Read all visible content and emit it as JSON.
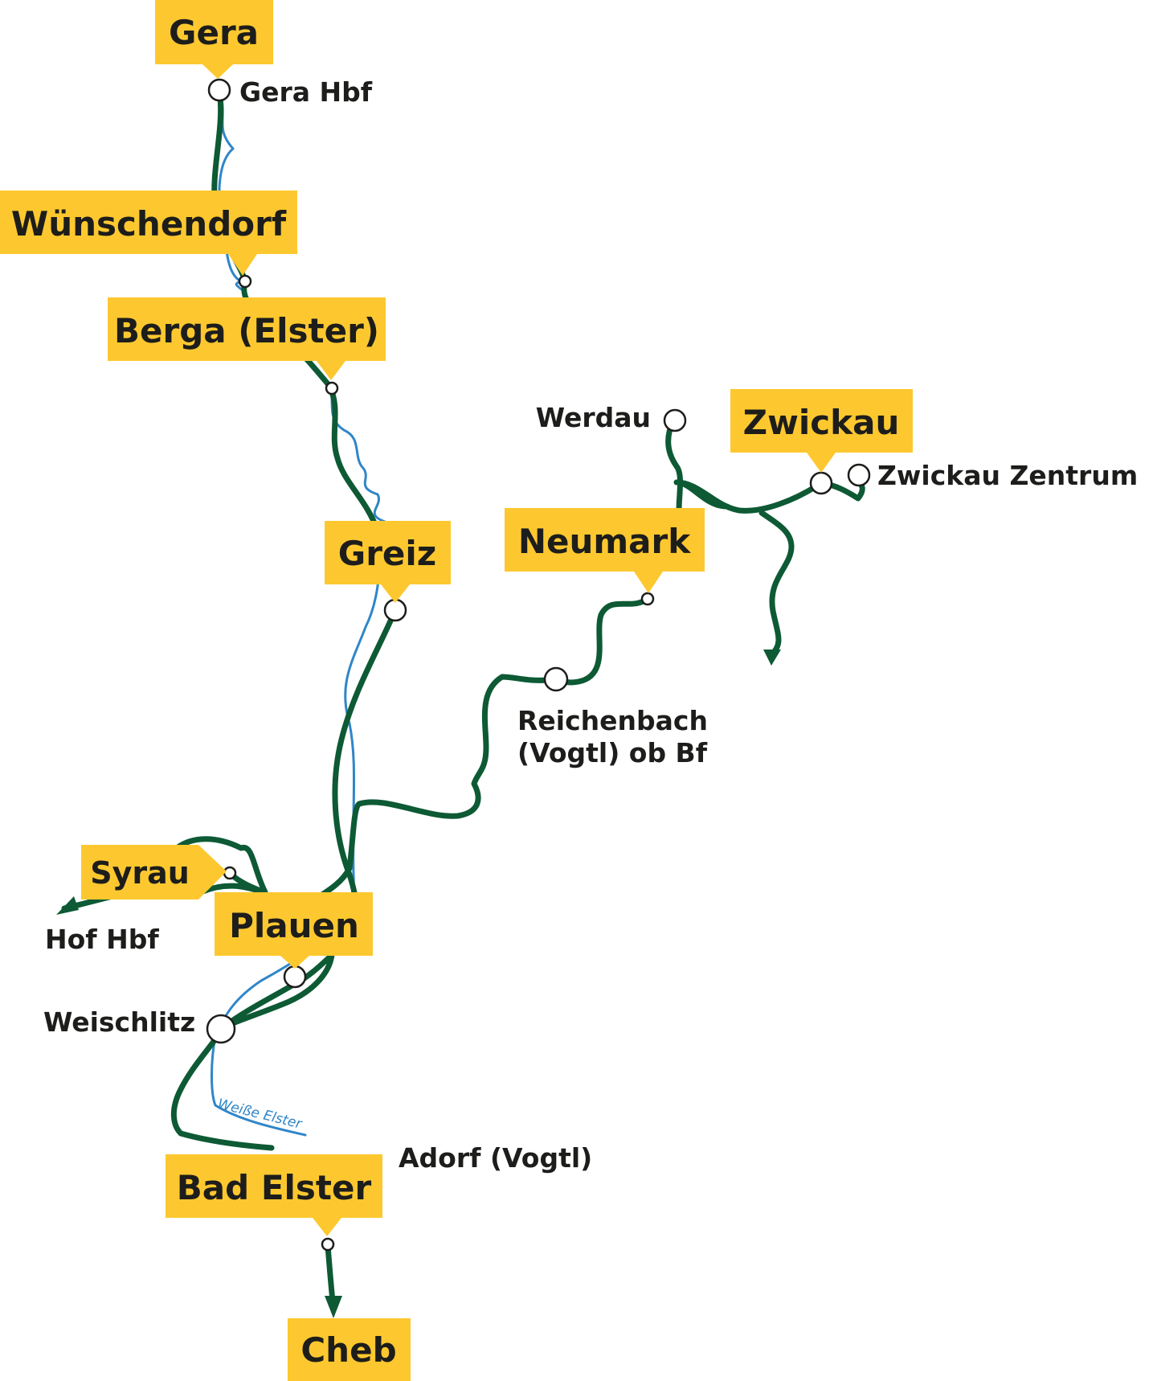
{
  "colors": {
    "rail": "#0d5a35",
    "river": "#2f86c8",
    "label_box": "#fdc82f",
    "text": "#1d1d1b",
    "station_fill": "#ffffff"
  },
  "cities": {
    "gera": "Gera",
    "wuenschendorf": "Wünschendorf",
    "berga": "Berga (Elster)",
    "greiz": "Greiz",
    "neumark": "Neumark",
    "zwickau": "Zwickau",
    "syrau": "Syrau",
    "plauen": "Plauen",
    "bad_elster": "Bad Elster",
    "cheb": "Cheb"
  },
  "stations": {
    "gera_hbf": "Gera Hbf",
    "werdau": "Werdau",
    "zwickau_zentrum": "Zwickau Zentrum",
    "reichenbach_line1": "Reichenbach",
    "reichenbach_line2": "(Vogtl) ob Bf",
    "hof_hbf": "Hof Hbf",
    "weischlitz": "Weischlitz",
    "adorf": "Adorf (Vogtl)"
  },
  "river_name": "Weiße Elster",
  "icons": [
    "station-marker-icon",
    "direction-arrow-icon"
  ]
}
